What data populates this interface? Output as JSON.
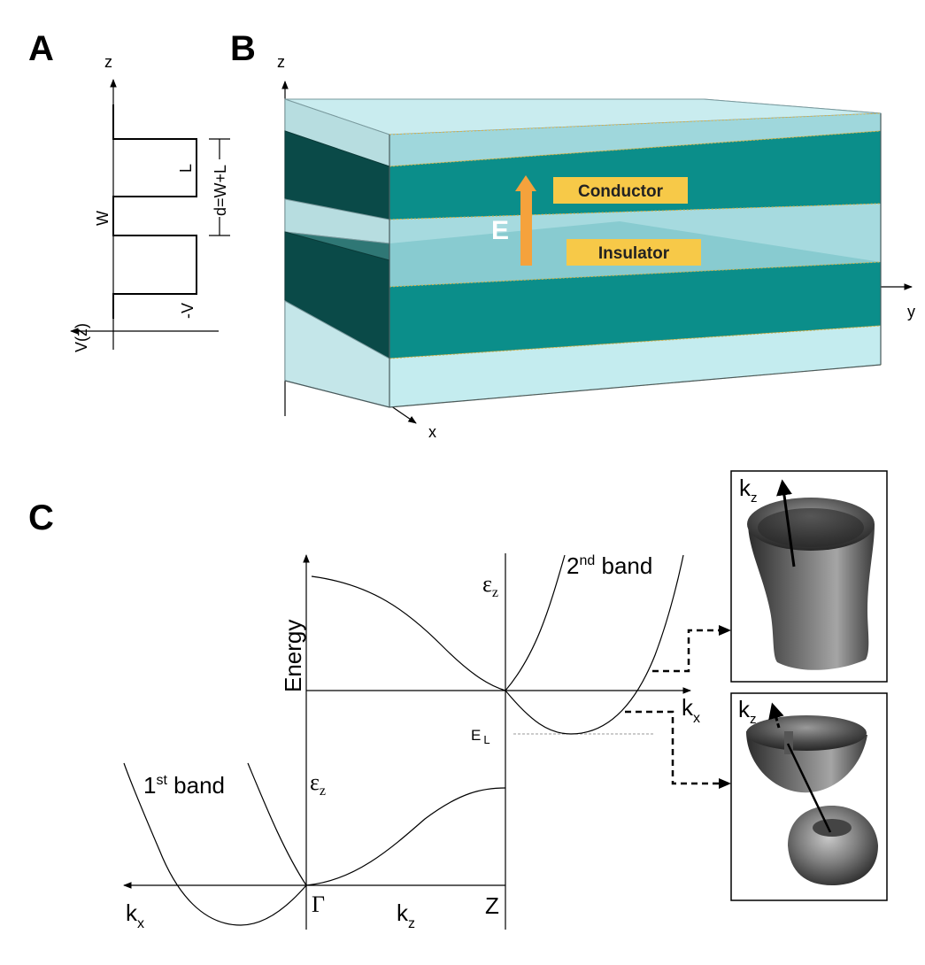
{
  "panels": {
    "a": {
      "letter": "A",
      "z_axis": "z",
      "v_axis": "V(z)",
      "label_l": "L",
      "label_w": "W",
      "label_d": "d=W+L",
      "label_negv": "-V"
    },
    "b": {
      "letter": "B",
      "axis_z": "z",
      "axis_y": "y",
      "axis_x": "x",
      "field_label": "E",
      "conductor_label": "Conductor",
      "insulator_label": "Insulator",
      "colors": {
        "conductor": "#0b8e8a",
        "conductor_dark": "#0a4a48",
        "insulator": "#bfe6ea",
        "arrow": "#f5a23c",
        "tag": "#f7c948"
      }
    },
    "c": {
      "letter": "C",
      "energy_label": "Energy",
      "epsilon_z": "ε",
      "epsilon_sub": "z",
      "k": "k",
      "sub_x": "x",
      "sub_z": "z",
      "gamma": "Γ",
      "z_point": "Z",
      "el_main": "E",
      "el_sub": "L",
      "band1_num": "1",
      "band1_sup": "st",
      "band1_word": " band",
      "band2_num": "2",
      "band2_sup": "nd",
      "band2_word": " band"
    }
  }
}
